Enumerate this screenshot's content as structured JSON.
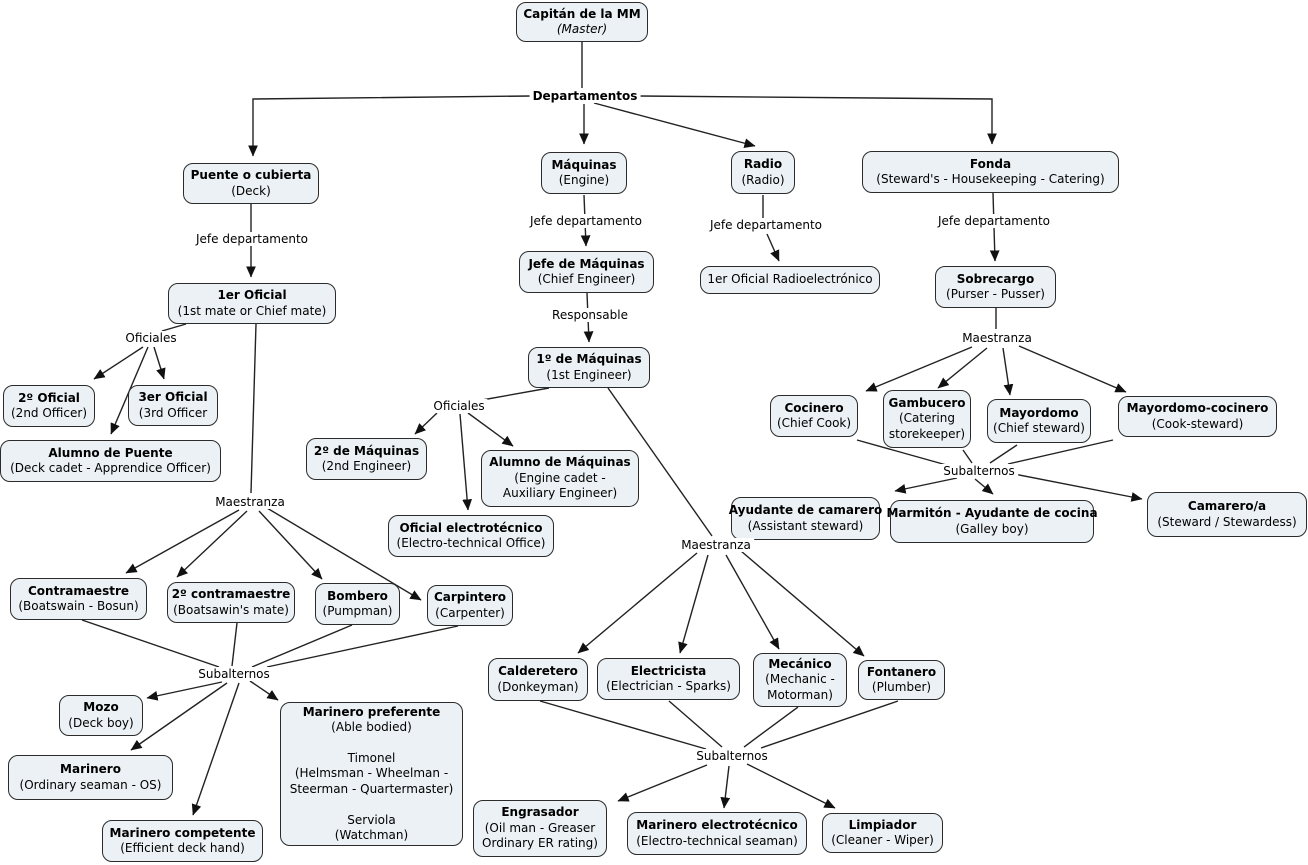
{
  "diagram_title": "Capitán de la MM (Master) — Departamentos",
  "colors": {
    "background": "#ffffff",
    "node_fill": "#ebf1f4",
    "node_border": "#2b2b2b",
    "connector": "#222222",
    "text": "#000000"
  },
  "nodes": [
    {
      "title": "Capitán de la MM",
      "sub": "(Master)"
    },
    {
      "title": "Puente o cubierta",
      "sub": "(Deck)"
    },
    {
      "title": "Máquinas",
      "sub": "(Engine)"
    },
    {
      "title": "Radio",
      "sub": "(Radio)"
    },
    {
      "title": "Fonda",
      "sub": "(Steward's - Housekeeping - Catering)"
    },
    {
      "title": "1er Oficial",
      "sub": "(1st mate or Chief mate)"
    },
    {
      "title": "Jefe de Máquinas",
      "sub": "(Chief Engineer)"
    },
    {
      "title": "",
      "sub": "1er Oficial Radioelectrónico"
    },
    {
      "title": "Sobrecargo",
      "sub": "(Purser - Pusser)"
    },
    {
      "title": "2º Oficial",
      "sub": "(2nd Officer)"
    },
    {
      "title": "3er Oficial",
      "sub": "(3rd Officer"
    },
    {
      "title": "Alumno de Puente",
      "sub": "(Deck cadet - Apprendice Officer)"
    },
    {
      "title": "1º de Máquinas",
      "sub": "(1st Engineer)"
    },
    {
      "title": "2º de Máquinas",
      "sub": "(2nd Engineer)"
    },
    {
      "title": "Alumno de Máquinas",
      "sub": "(Engine cadet -\nAuxiliary Engineer)"
    },
    {
      "title": "Oficial electrotécnico",
      "sub": "(Electro-technical Office)"
    },
    {
      "title": "Cocinero",
      "sub": "(Chief Cook)"
    },
    {
      "title": "Gambucero",
      "sub": "(Catering\nstorekeeper)"
    },
    {
      "title": "Mayordomo",
      "sub": "(Chief steward)"
    },
    {
      "title": "Mayordomo-cocinero",
      "sub": "(Cook-steward)"
    },
    {
      "title": "Ayudante de camarero",
      "sub": "(Assistant steward)"
    },
    {
      "title": "Marmitón - Ayudante de cocina",
      "sub": "(Galley boy)"
    },
    {
      "title": "Camarero/a",
      "sub": "(Steward / Stewardess)"
    },
    {
      "title": "Contramaestre",
      "sub": "(Boatswain - Bosun)"
    },
    {
      "title": "2º contramaestre",
      "sub": "(Boatsawin's mate)"
    },
    {
      "title": "Bombero",
      "sub": "(Pumpman)"
    },
    {
      "title": "Carpintero",
      "sub": "(Carpenter)"
    },
    {
      "title": "Mozo",
      "sub": "(Deck boy)"
    },
    {
      "title": "Marinero",
      "sub": "(Ordinary seaman - OS)"
    },
    {
      "title": "Marinero competente",
      "sub": "(Efficient deck hand)"
    },
    {
      "title": "Marinero preferente",
      "sub": "(Able bodied)\n\nTimonel\n(Helmsman - Wheelman -\nSteerman - Quartermaster)\n\nServiola\n(Watchman)"
    },
    {
      "title": "Calderetero",
      "sub": "(Donkeyman)"
    },
    {
      "title": "Electricista",
      "sub": "(Electrician - Sparks)"
    },
    {
      "title": "Mecánico",
      "sub": "(Mechanic -\nMotorman)"
    },
    {
      "title": "Fontanero",
      "sub": "(Plumber)"
    },
    {
      "title": "Engrasador",
      "sub": "(Oil man - Greaser\nOrdinary ER rating)"
    },
    {
      "title": "Marinero electrotécnico",
      "sub": "(Electro-technical seaman)"
    },
    {
      "title": "Limpiador",
      "sub": "(Cleaner - Wiper)"
    }
  ],
  "labels": [
    {
      "text": "Departamentos"
    },
    {
      "text": "Jefe departamento"
    },
    {
      "text": "Jefe departamento"
    },
    {
      "text": "Jefe departamento"
    },
    {
      "text": "Jefe departamento"
    },
    {
      "text": "Responsable"
    },
    {
      "text": "Oficiales"
    },
    {
      "text": "Oficiales"
    },
    {
      "text": "Maestranza"
    },
    {
      "text": "Maestranza"
    },
    {
      "text": "Maestranza"
    },
    {
      "text": "Subalternos"
    },
    {
      "text": "Subalternos"
    },
    {
      "text": "Subalternos"
    }
  ]
}
